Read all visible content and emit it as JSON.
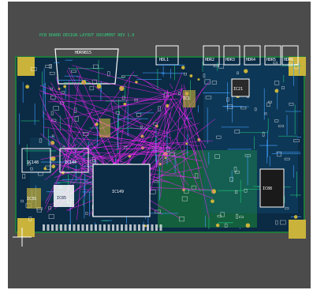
{
  "window": {
    "title": ""
  },
  "board": {
    "header_text": "PCB BOARD DESIGN LAYOUT DOCUMENT REV 1.0",
    "connector_label": "HDR9B15",
    "top_tabs": [
      "HDL1",
      "HDR2",
      "HDR3",
      "HDR4",
      "HDR5",
      "HDR6"
    ],
    "chip_labels": {
      "main_qfp": "IC149",
      "left_qfp_a": "IC148",
      "left_qfp_b": "IC144",
      "left_small": "IC3S",
      "mid_small": "IC85",
      "center_chip": "IC1",
      "right_top": "IC21",
      "right_bottom": "IC88"
    }
  },
  "colors": {
    "background": "#4b4b4b",
    "board": "#0b2a44",
    "board_edge": "#1e7a3b",
    "copper": "#1e8a3a",
    "ratsnest": "#ff22ff",
    "pads": "#c9b33a",
    "silkscreen": "#ffffff",
    "header_text": "#30d080"
  },
  "icons": {
    "crosshair": "crosshair-cursor-icon"
  }
}
